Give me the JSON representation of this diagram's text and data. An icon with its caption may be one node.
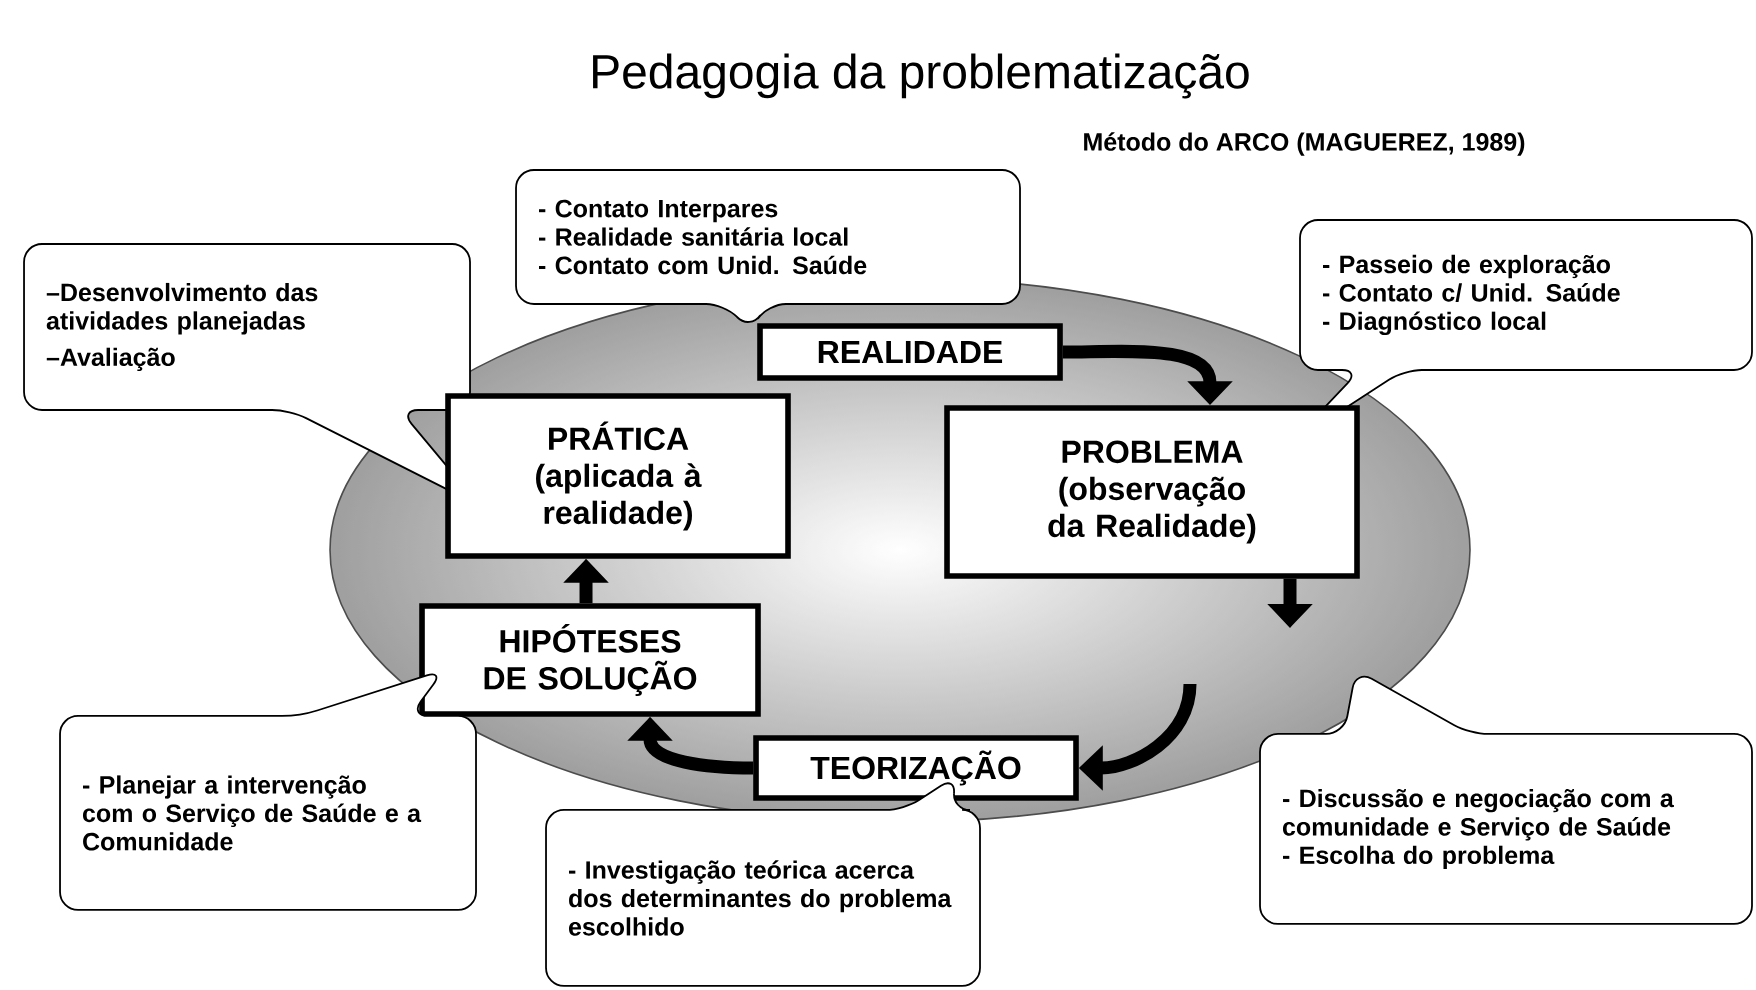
{
  "diagram": {
    "title": "Pedagogia da problematização",
    "nodes": [
      {
        "text": [],
        "shape": "ellipse"
      },
      {
        "text": [
          "- Contato Interpares",
          "- Realidade sanitária local",
          "- Contato com Unid. Saúde"
        ]
      },
      {
        "text": [
          "–Desenvolvimento das atividades planejadas",
          "–Avaliação"
        ]
      },
      {
        "text": [
          "REALIDADE"
        ],
        "in": 0
      },
      {
        "text": [
          "- Passeio de exploração",
          "- Contato c/ Unid. Saúde",
          "- Diagnóstico local"
        ]
      },
      {
        "text": [
          "PRÁTICA",
          "(aplicada à realidade)"
        ],
        "in": 0
      },
      {
        "text": [
          "PROBLEMA",
          "(observação da Realidade)"
        ],
        "in": 0
      },
      {
        "text": [
          "HIPÓTESES DE SOLUÇÃO"
        ],
        "in": 0
      },
      {
        "text": [
          "- Planejar a intervenção com o Serviço de Saúde e a Comunidade"
        ]
      },
      {
        "text": [
          "TEORIZAÇÃO"
        ],
        "in": 0
      },
      {
        "text": [
          "- Investigação teórica acerca dos determinantes do problema escolhido"
        ]
      },
      {
        "text": [
          "- Discussão e negociação com a comunidade e Serviço de Saúde",
          "- Escolha do problema"
        ]
      }
    ],
    "edges": [
      {
        "from": 3,
        "to": 6,
        "arrow": "to"
      },
      {
        "from": 6,
        "to": null,
        "arrow": "to"
      },
      {
        "from": null,
        "to": 9,
        "arrow": "to"
      },
      {
        "from": 9,
        "to": 7,
        "arrow": "to"
      },
      {
        "from": 7,
        "to": 5,
        "arrow": "to"
      }
    ],
    "labels": [
      "Método do ARCO (MAGUEREZ, 1989)"
    ]
  }
}
